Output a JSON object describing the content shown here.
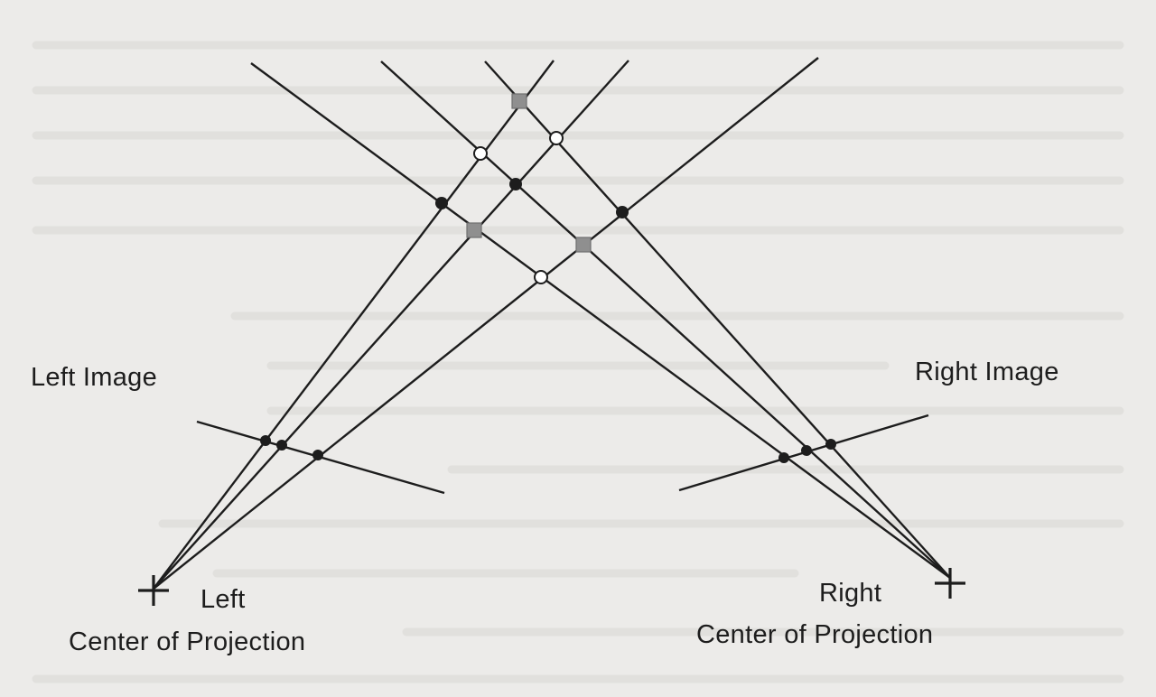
{
  "labels": {
    "left_image": "Left Image",
    "right_image": "Right Image",
    "left_cop_line1": "Left",
    "left_cop_line2": "Center of Projection",
    "right_cop_line1": "Right",
    "right_cop_line2": "Center of Projection"
  },
  "colors": {
    "ink": "#1d1d1d",
    "paper": "#ecebe9",
    "match_fill": "#1d1d1d",
    "false_match_gray": "#8f8f8f",
    "false_match_white": "#ffffff"
  },
  "legend_semantics": {
    "point_markers": [
      "filled-dot",
      "gray-square",
      "open-circle"
    ]
  }
}
